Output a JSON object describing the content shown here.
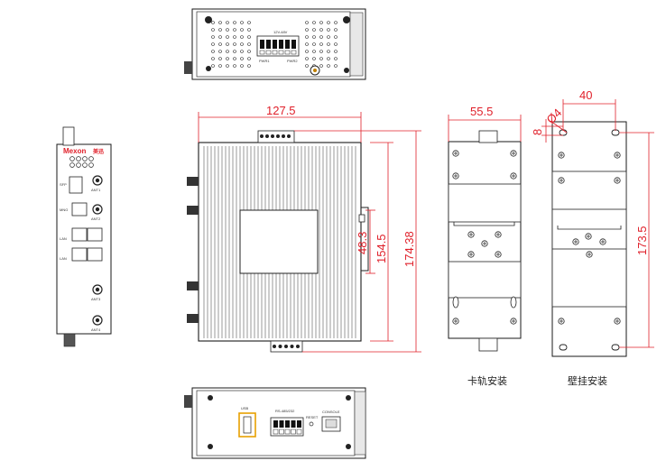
{
  "dimensions": {
    "width_top": "127.5",
    "height_mid": "154.5",
    "height_total": "174.38",
    "window_height": "48.3",
    "rail_width": "55.5",
    "wall_width": "40",
    "hole_diameter": "Ø4",
    "hole_offset": "8",
    "wall_height": "173.5"
  },
  "captions": {
    "din_rail": "卡轨安装",
    "wall_mount": "壁挂安装"
  },
  "front_panel": {
    "brand": "Mexon",
    "brand_suffix": "美迅",
    "labels": [
      "SFP",
      "MNG",
      "LAN",
      "LAN"
    ],
    "antenna_labels": [
      "ANT1",
      "ANT2",
      "ANT3",
      "ANT4"
    ]
  },
  "top_view": {
    "terminal_label": "12V-48V",
    "terminal_sub": [
      "PWR1",
      "PWR2"
    ]
  },
  "bottom_view": {
    "usb_label": "USB",
    "serial_label": "RS-485/232",
    "reset_label": "RESET",
    "console_label": "CONSOLE"
  },
  "colors": {
    "dimension": "#e0202a",
    "outline": "#1a1a1a",
    "usb_highlight": "#e8a000"
  }
}
